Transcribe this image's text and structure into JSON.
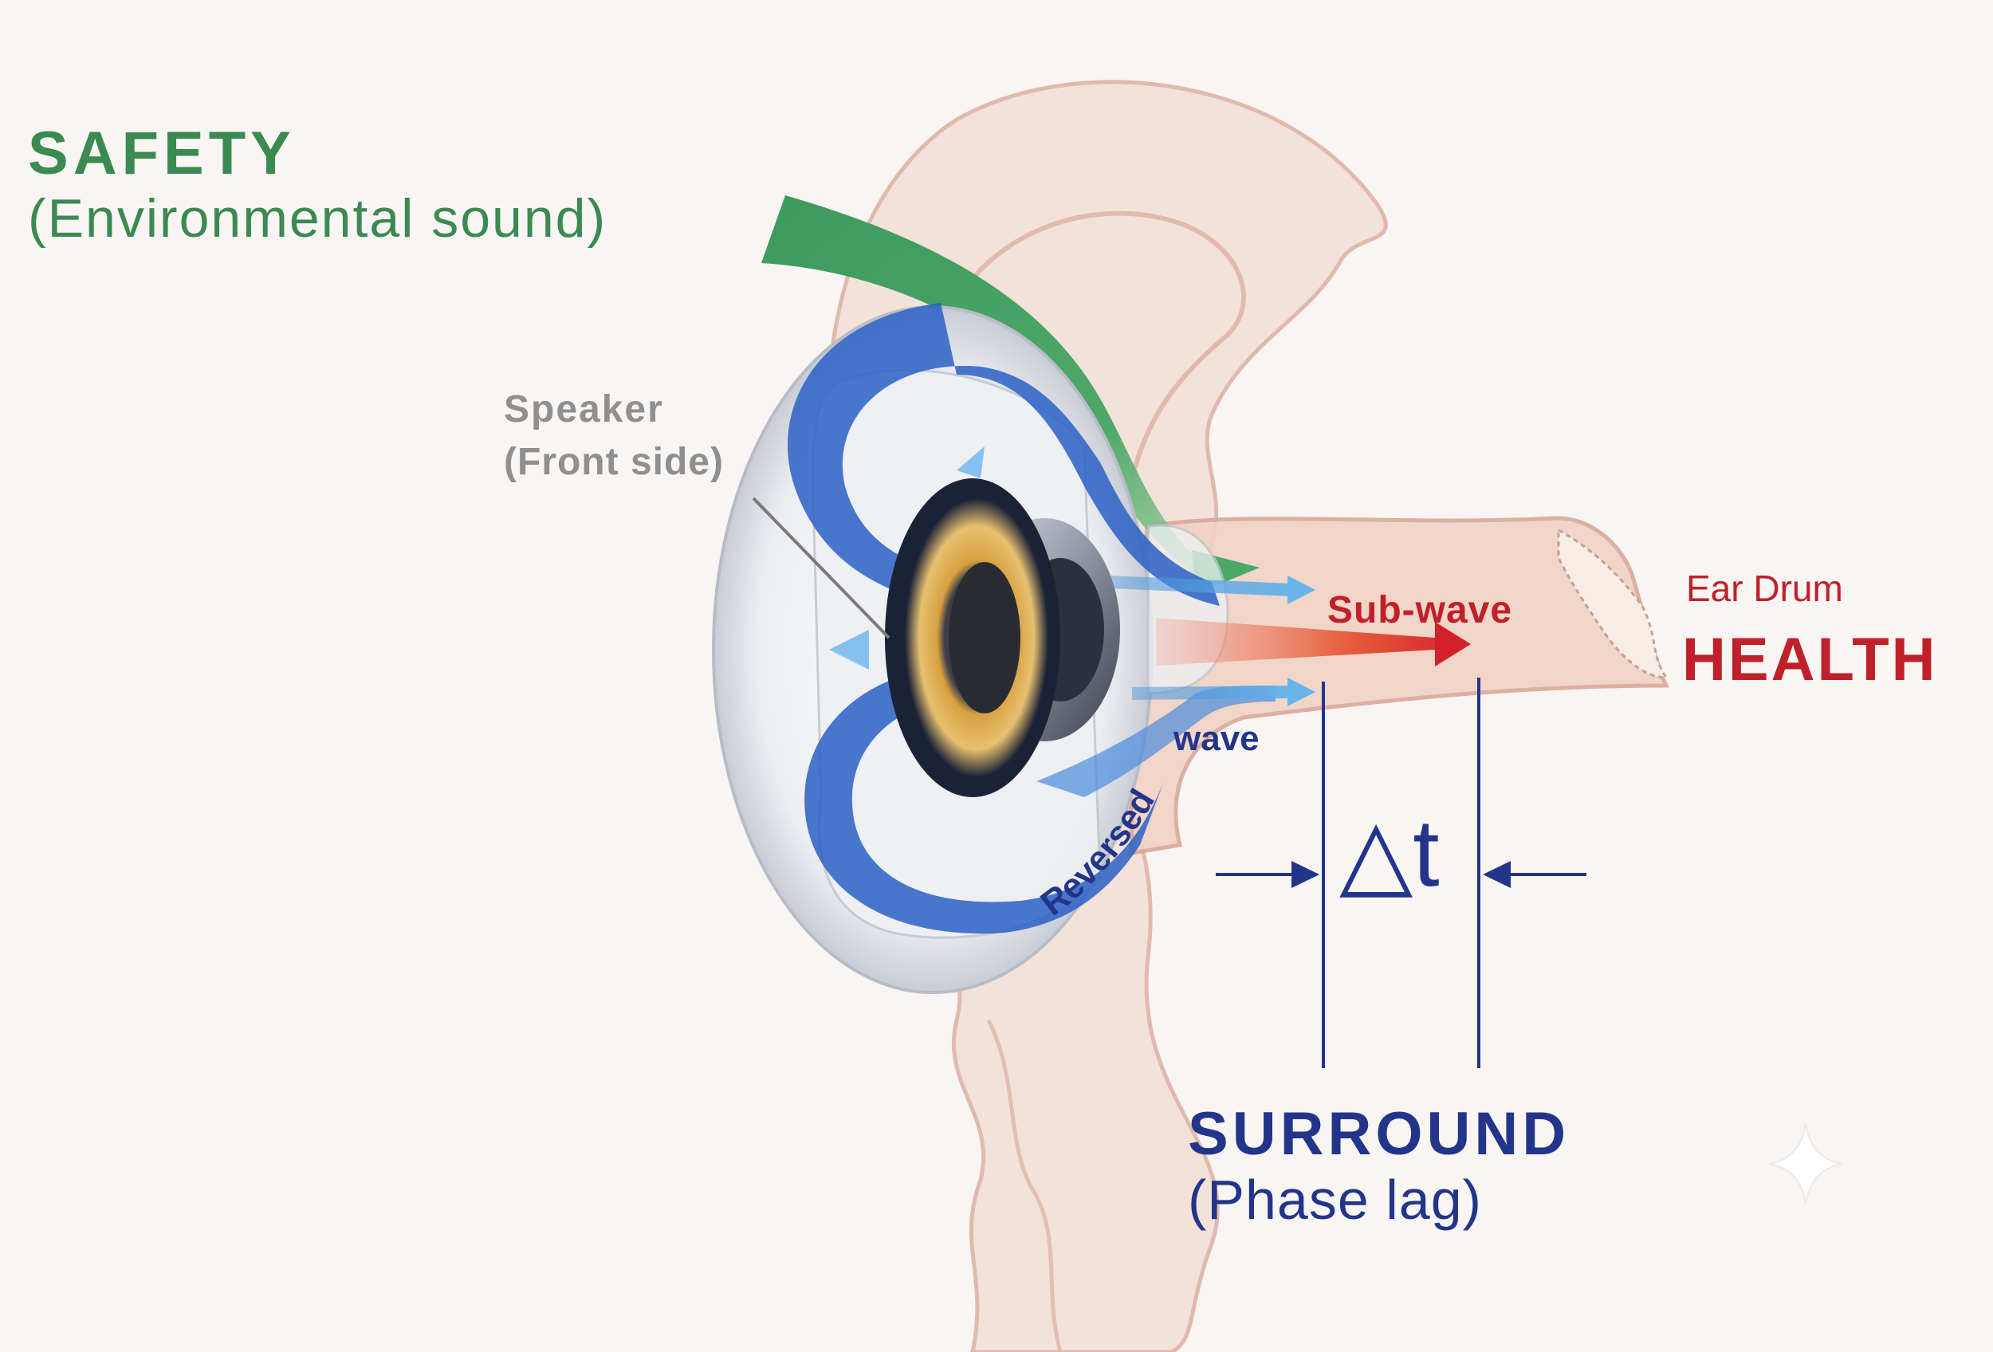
{
  "colors": {
    "background": "#f8f5f3",
    "safety_green": "#3a8a52",
    "health_red": "#c0202a",
    "surround_blue": "#23358a",
    "speaker_gray": "#8f8f8f",
    "ear_skin": "#f0d8cc",
    "ear_outline": "#d9a89b",
    "flow_blue": "#2a62c8",
    "flow_light_blue": "#5aaee8"
  },
  "labels": {
    "safety_title": "SAFETY",
    "safety_sub": "(Environmental sound)",
    "speaker_title": "Speaker",
    "speaker_sub": "(Front side)",
    "ear_drum": "Ear Drum",
    "health": "HEALTH",
    "sub_wave": "Sub-wave",
    "wave": "wave",
    "reversed": "Reversed",
    "delta_t": "△t",
    "surround_title": "SURROUND",
    "surround_sub": "(Phase lag)"
  },
  "icons": {
    "speaker": "speaker-driver-icon",
    "sparkle": "sparkle-icon"
  }
}
